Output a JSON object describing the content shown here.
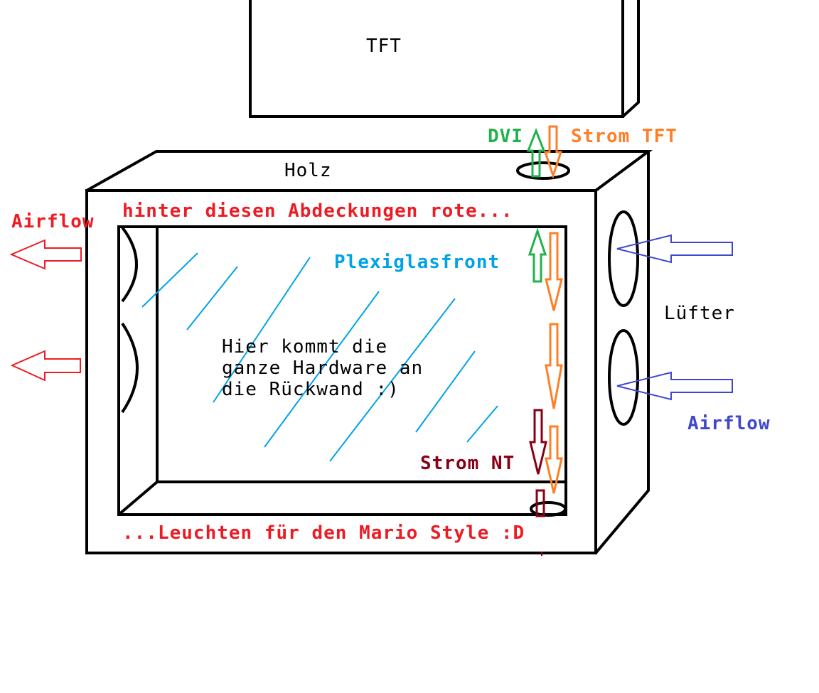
{
  "labels": {
    "tft": "TFT",
    "dvi": "DVI",
    "strom_tft": "Strom TFT",
    "holz": "Holz",
    "airflow_left": "Airflow",
    "hinter": "hinter diesen Abdeckungen rote...",
    "plexiglas": "Plexiglasfront",
    "hardware_line1": "Hier kommt die",
    "hardware_line2": "ganze Hardware an",
    "hardware_line3": "die Rückwand :)",
    "luefter": "Lüfter",
    "airflow_right": "Airflow",
    "strom_nt": "Strom NT",
    "leuchten": "...Leuchten für den Mario Style :D"
  },
  "colors": {
    "outline": "#000000",
    "red": "#ed1c24",
    "orange": "#ff7f27",
    "green": "#22b14c",
    "dark_red": "#880015",
    "blue_text": "#00a2e8",
    "blue_fan": "#3f48cc",
    "glass_lines": "#00a2e8"
  }
}
